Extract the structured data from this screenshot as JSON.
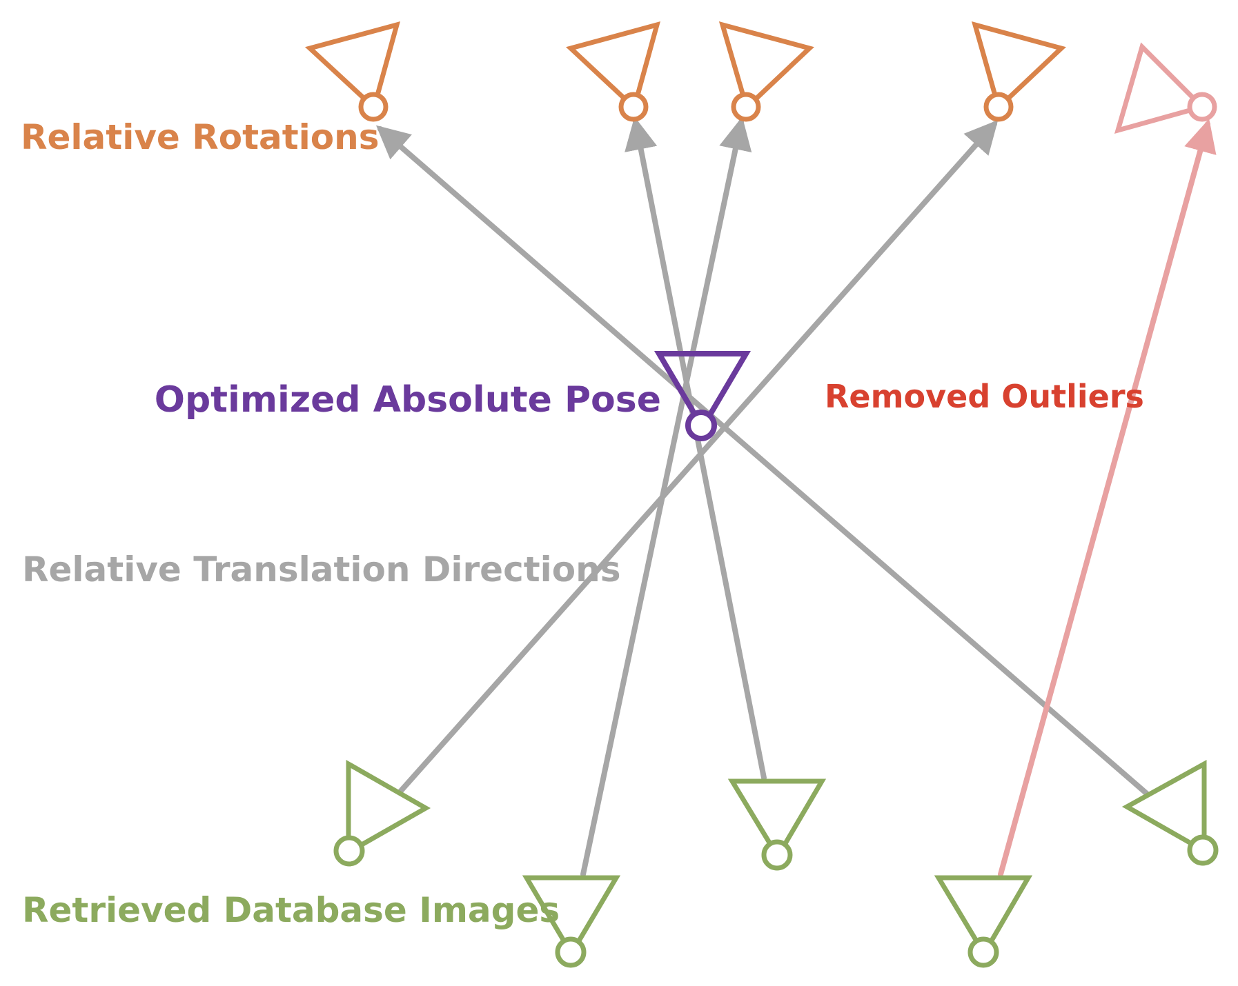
{
  "labels": {
    "relative_rotations": "Relative Rotations",
    "optimized_absolute_pose": "Optimized Absolute Pose",
    "removed_outliers": "Removed Outliers",
    "relative_translation_directions": "Relative Translation Directions",
    "retrieved_database_images": "Retrieved Database Images"
  },
  "colors": {
    "rotation_camera": "#D9834A",
    "outlier_camera": "#E8A1A1",
    "optimized_pose": "#6A3A9C",
    "translation_arrow": "#A6A6A6",
    "outlier_arrow": "#E8A1A1",
    "database_camera": "#8CAA5E",
    "relative_rotations_text": "#D9834A",
    "optimized_absolute_pose_text": "#6A3A9C",
    "removed_outliers_text": "#D8412F",
    "relative_translation_directions_text": "#A6A6A6",
    "retrieved_database_images_text": "#8CAA5E"
  },
  "icons": {
    "camera": "camera-frustum-icon",
    "arrow": "arrow-head-icon"
  }
}
